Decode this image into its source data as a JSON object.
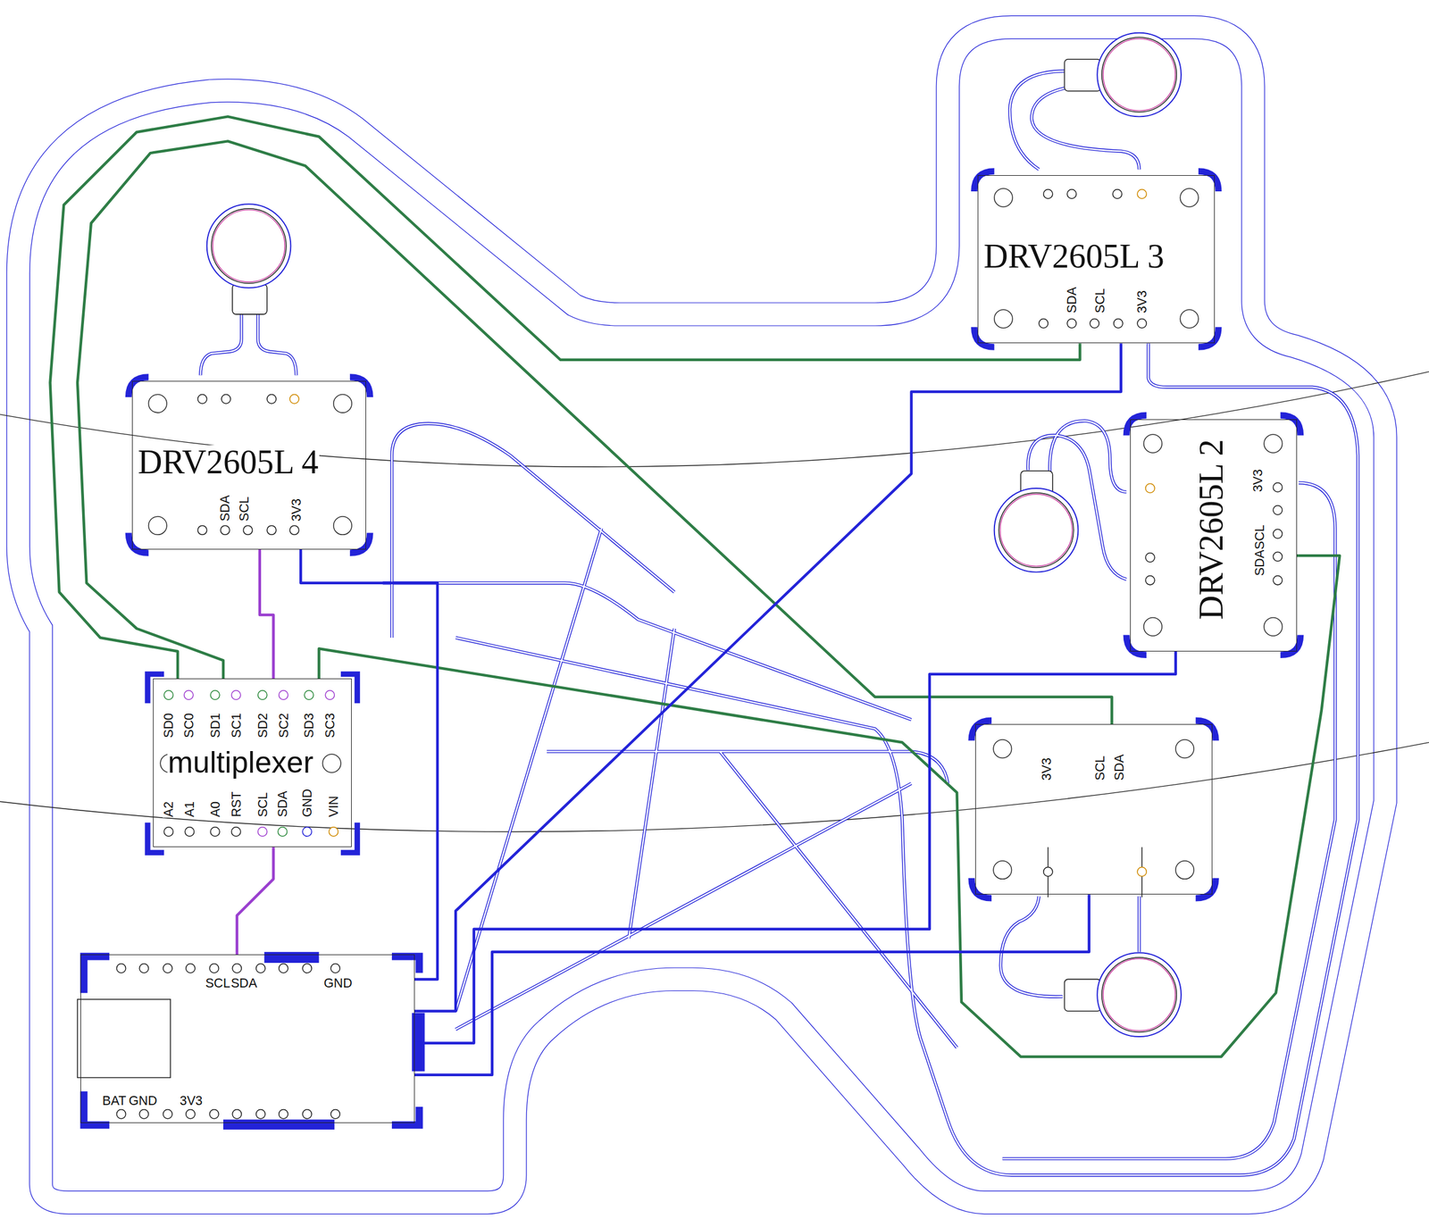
{
  "diagram": {
    "nodes": [
      {
        "text": [
          "DRV2605L 4",
          "SDA",
          "SCL",
          "3V3"
        ]
      },
      {
        "text": [
          "DRV2605L 3",
          "SDA",
          "SCL",
          "3V3"
        ]
      },
      {
        "text": [
          "DRV2605L 2",
          "3V3",
          "SDA",
          "SCL"
        ]
      },
      {
        "text": [
          "SD0",
          "SC0",
          "SD1",
          "SC1",
          "SD2",
          "SC2",
          "SD3",
          "SC3",
          "multiplexer",
          "A2",
          "A1",
          "A0",
          "RST",
          "SCL",
          "SDA",
          "GND",
          "VIN"
        ]
      },
      {
        "text": [
          "3V3",
          "SCL",
          "SDA"
        ]
      },
      {
        "text": [
          "SCL",
          "SDA",
          "GND",
          "BAT",
          "GND",
          "3V3"
        ]
      }
    ],
    "edges": [
      {
        "from": 3,
        "to": 0,
        "arrow": "none"
      },
      {
        "from": 3,
        "to": 1,
        "arrow": "none"
      },
      {
        "from": 3,
        "to": 4,
        "arrow": "none"
      },
      {
        "from": 3,
        "to": 2,
        "arrow": "none"
      },
      {
        "from": 5,
        "to": 3,
        "arrow": "none"
      },
      {
        "from": 5,
        "to": 0,
        "arrow": "none"
      },
      {
        "from": 5,
        "to": 1,
        "arrow": "none"
      },
      {
        "from": 5,
        "to": 2,
        "arrow": "none"
      },
      {
        "from": 5,
        "to": 4,
        "arrow": "none"
      }
    ]
  }
}
